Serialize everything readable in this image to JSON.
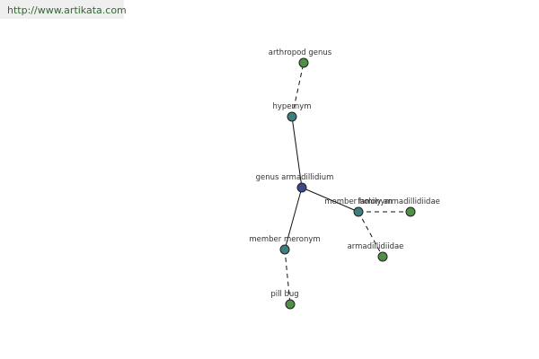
{
  "header": {
    "url": "http://www.artikata.com"
  },
  "colors": {
    "center_node": "#3a4a8a",
    "relation_node": "#3f7e7e",
    "leaf_node": "#4f8f46",
    "edge": "#111111",
    "url_text": "#336633"
  },
  "nodes": [
    {
      "id": "genus-armadillidium",
      "label": "genus armadillidium",
      "kind": "center"
    },
    {
      "id": "hypernym",
      "label": "hypernym",
      "kind": "relation"
    },
    {
      "id": "arthropod-genus",
      "label": "arthropod genus",
      "kind": "leaf"
    },
    {
      "id": "member-holonym",
      "label": "member holonym",
      "kind": "relation"
    },
    {
      "id": "family-armadillidiidae",
      "label": "family armadillidiidae",
      "kind": "leaf"
    },
    {
      "id": "armadillidiidae",
      "label": "armadillidiidae",
      "kind": "leaf"
    },
    {
      "id": "member-meronym",
      "label": "member meronym",
      "kind": "relation"
    },
    {
      "id": "pill-bug",
      "label": "pill bug",
      "kind": "leaf"
    }
  ],
  "edges": [
    {
      "from": "genus-armadillidium",
      "to": "hypernym",
      "style": "solid"
    },
    {
      "from": "hypernym",
      "to": "arthropod-genus",
      "style": "dashed"
    },
    {
      "from": "genus-armadillidium",
      "to": "member-holonym",
      "style": "solid"
    },
    {
      "from": "member-holonym",
      "to": "family-armadillidiidae",
      "style": "dashed"
    },
    {
      "from": "member-holonym",
      "to": "armadillidiidae",
      "style": "dashed"
    },
    {
      "from": "genus-armadillidium",
      "to": "member-meronym",
      "style": "solid"
    },
    {
      "from": "member-meronym",
      "to": "pill-bug",
      "style": "dashed"
    }
  ]
}
